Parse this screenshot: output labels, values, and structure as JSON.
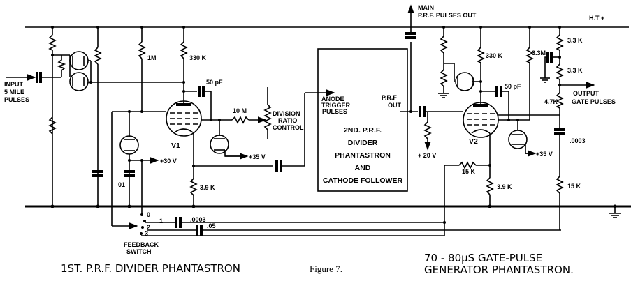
{
  "figure": {
    "label": "Figure 7.",
    "left_caption": "1ST. P.R.F. DIVIDER PHANTASTRON",
    "right_caption_line1": "70 - 80μS  GATE-PULSE",
    "right_caption_line2": "GENERATOR  PHANTASTRON."
  },
  "supply": {
    "ht": "H.T +"
  },
  "input": {
    "line1": "INPUT",
    "line2": "5 MILE",
    "line3": "PULSES"
  },
  "valves": {
    "v1": "V1",
    "v2": "V2"
  },
  "stage1": {
    "r_1m": "1M",
    "r_330k": "330 K",
    "c_50pf": "50 pF",
    "r_10m": "10 M",
    "pot_line1": "DIVISION",
    "pot_line2": "RATIO",
    "pot_line3": "CONTROL",
    "v_35": "+35 V",
    "v_30": "+30 V",
    "c_01": "01",
    "r_3k9": "3.9 K",
    "sw_c1": ".0003",
    "sw_c2": ".05",
    "sw_pos": [
      "0",
      "1",
      "2",
      "3"
    ],
    "sw_line1": "FEEDBACK",
    "sw_line2": "SWITCH"
  },
  "block": {
    "in_line1": "ANODE",
    "in_line2": "TRIGGER",
    "in_line3": "PULSES",
    "out_line1": "P.R.F",
    "out_line2": "OUT",
    "title_line1": "2ND. P.R.F.",
    "title_line2": "DIVIDER",
    "title_line3": "PHANTASTRON",
    "title_line4": "AND",
    "title_line5": "CATHODE FOLLOWER"
  },
  "stage2": {
    "main_line1": "MAIN",
    "main_line2": "P.R.F.  PULSES  OUT",
    "r_330k": "330 K",
    "r_3m3": "3.3M",
    "c_50pf": "50 pF",
    "r_3k3a": "3.3 K",
    "r_3k3b": "3.3 K",
    "r_4k7": "4.7K",
    "out_line1": "OUTPUT",
    "out_line2": "GATE  PULSES",
    "v_20": "+ 20 V",
    "v_35": "+35 V",
    "r_15k_fb": "15 K",
    "r_3k9": "3.9 K",
    "c_0003": ".0003",
    "r_15k": "15 K"
  }
}
